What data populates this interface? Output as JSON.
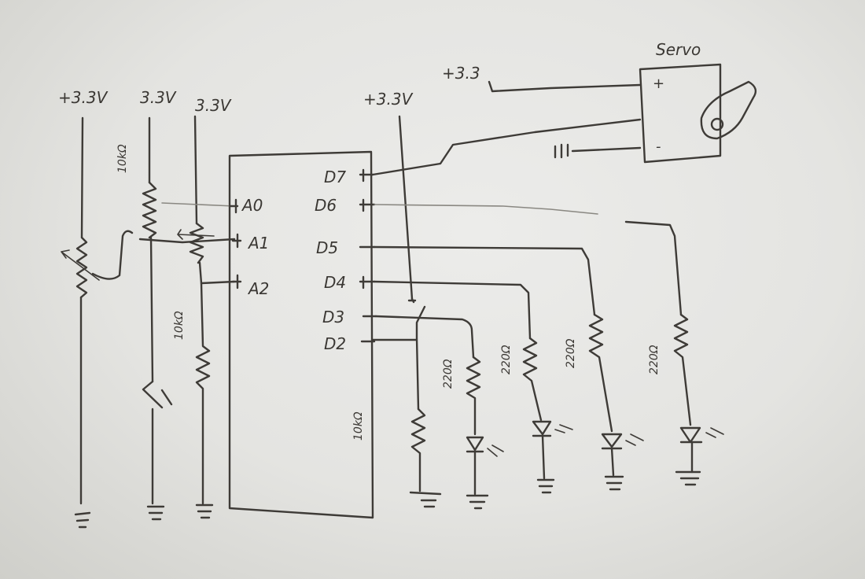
{
  "supplies": {
    "s1": "+3.3V",
    "s2": "3.3V",
    "s3": "3.3V",
    "s4": "+3.3V",
    "servo_supply": "+3.3"
  },
  "pins": {
    "d7": "D7",
    "d6": "D6",
    "d5": "D5",
    "d4": "D4",
    "d3": "D3",
    "d2": "D2",
    "a0": "A0",
    "a1": "A1",
    "a2": "A2"
  },
  "servo": {
    "title": "Servo",
    "plus": "+",
    "minus": "-"
  },
  "resistors": {
    "r_a1": "10kΩ",
    "r_sw": "10kΩ",
    "r_d3": "220Ω",
    "r_d4": "220Ω",
    "r_d5": "220Ω",
    "r_d6": "220Ω",
    "r_trans": "10kΩ"
  },
  "colors": {
    "ink": "#3e3b37",
    "paper": "#e6e6e3"
  }
}
